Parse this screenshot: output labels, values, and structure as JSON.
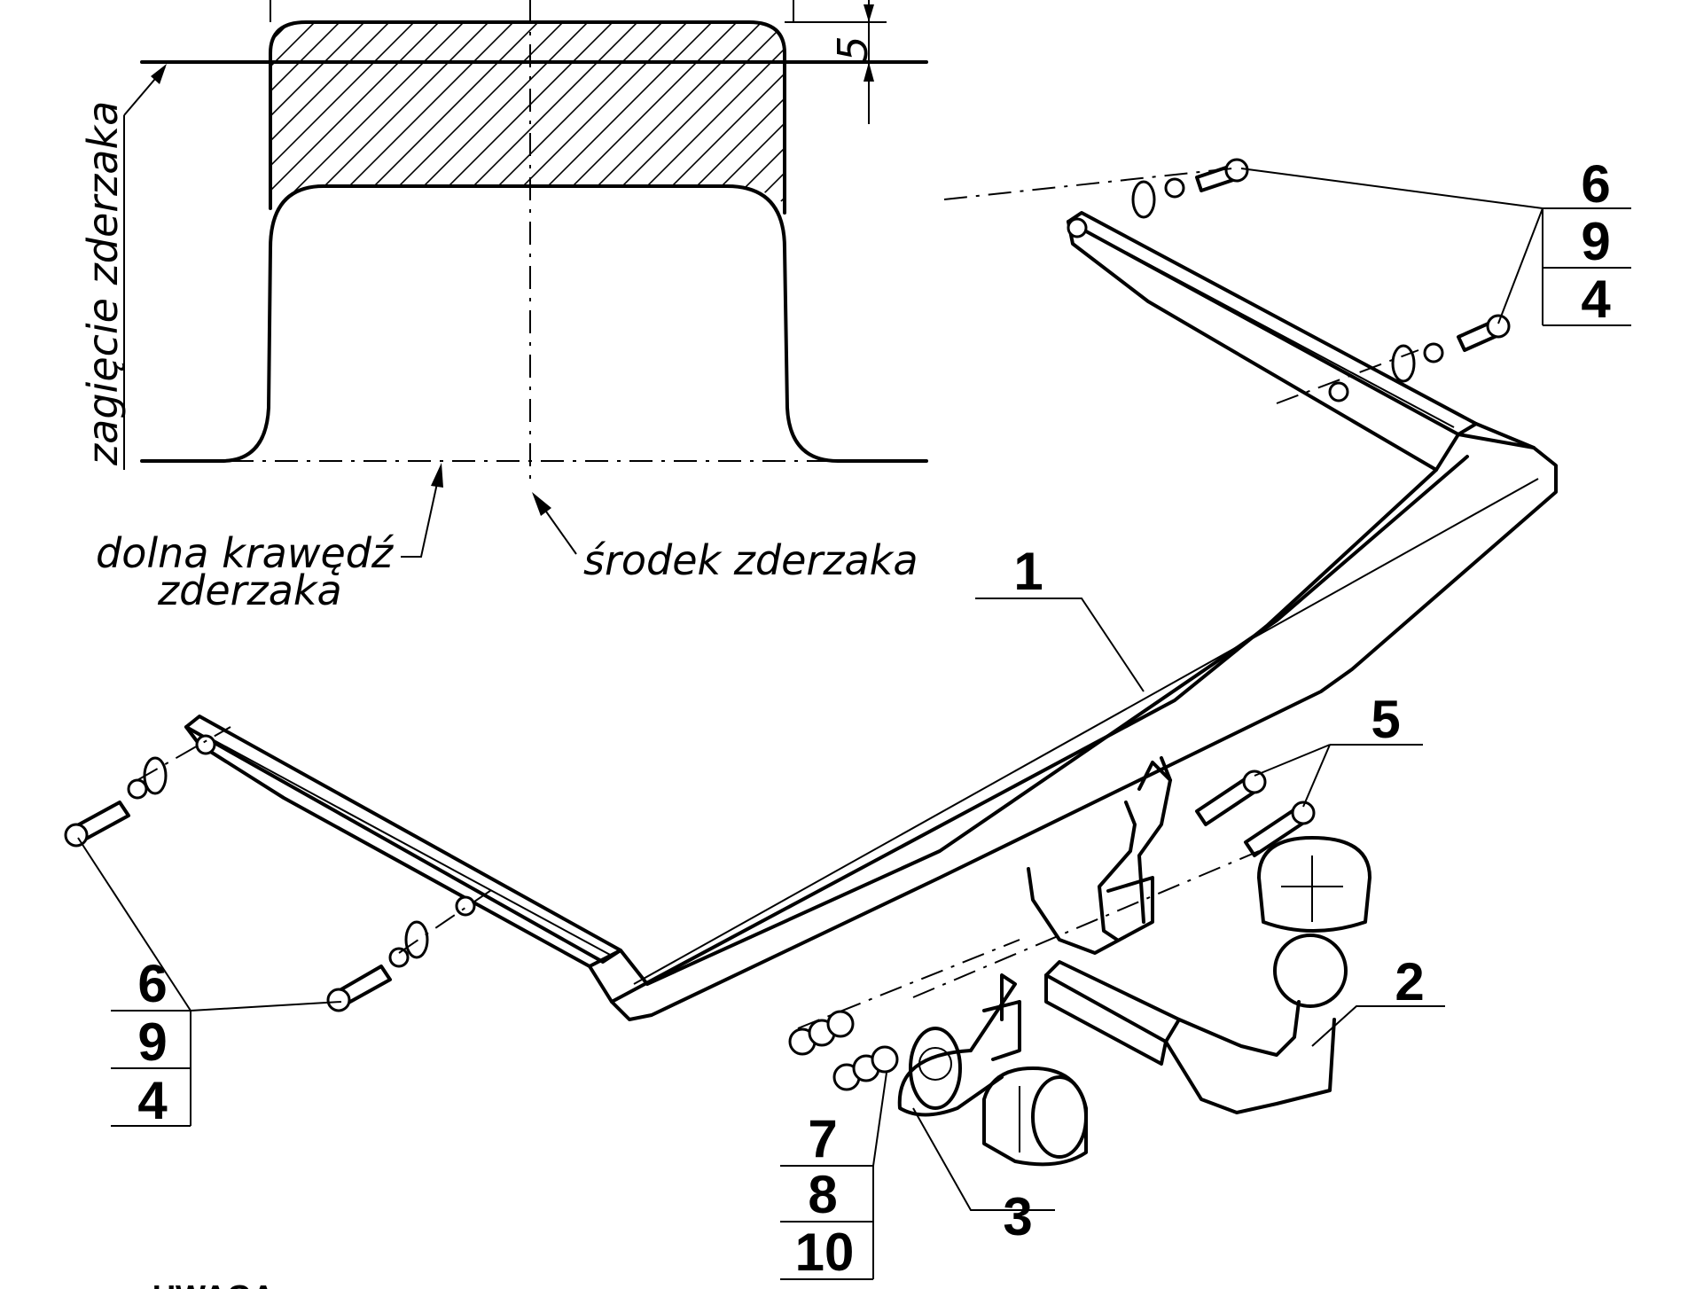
{
  "annotations": {
    "bumper_cutout": "zagięcie zderzaka",
    "bumper_lower_edge_1": "dolna krawędź",
    "bumper_lower_edge_2": "zderzaka",
    "bumper_center": "środek zderzaka",
    "dimension": "5"
  },
  "part_labels": {
    "frame": "1",
    "ball": "2",
    "socket_plate": "3",
    "bolts_m12": "5",
    "left_stack": [
      "6",
      "9",
      "4"
    ],
    "right_stack": [
      "6",
      "9",
      "4"
    ],
    "nut_stack": [
      "7",
      "8",
      "10"
    ]
  },
  "footer": {
    "note": "UWAGA"
  }
}
